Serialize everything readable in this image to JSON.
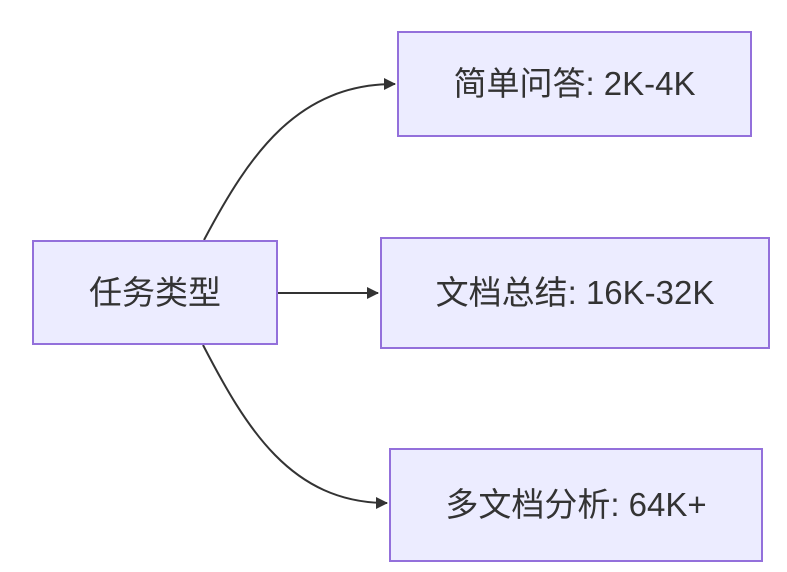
{
  "diagram": {
    "type": "flowchart-left-to-right",
    "root": {
      "label": "任务类型"
    },
    "children": [
      {
        "label": "简单问答: 2K-4K"
      },
      {
        "label": "文档总结: 16K-32K"
      },
      {
        "label": "多文档分析: 64K+"
      }
    ],
    "edges": [
      {
        "from": "任务类型",
        "to": "简单问答: 2K-4K"
      },
      {
        "from": "任务类型",
        "to": "文档总结: 16K-32K"
      },
      {
        "from": "任务类型",
        "to": "多文档分析: 64K+"
      }
    ],
    "colors": {
      "node_fill": "#ECECFF",
      "node_border": "#9370DB",
      "text": "#333333",
      "arrow": "#333333",
      "background": "#FFFFFF"
    }
  }
}
